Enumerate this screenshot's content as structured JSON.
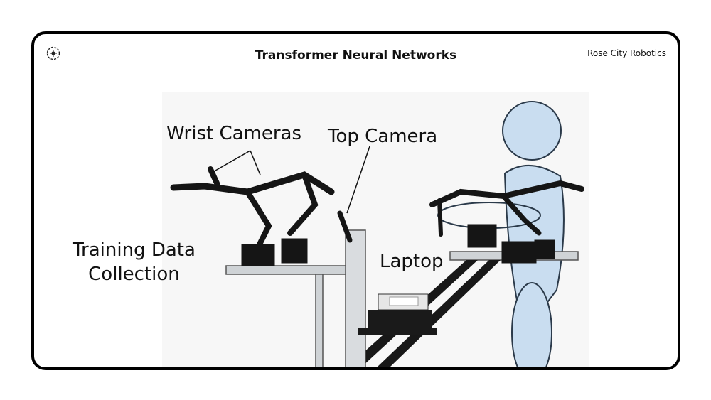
{
  "header": {
    "logo_icon": "atom-gear-icon",
    "title": "Transformer Neural Networks",
    "brand": "Rose City Robotics"
  },
  "labels": {
    "wrist_cameras": "Wrist Cameras",
    "top_camera": "Top Camera",
    "training_line1": "Training Data",
    "training_line2": "Collection",
    "laptop": "Laptop"
  },
  "colors": {
    "frame": "#000000",
    "person_fill": "#c9ddf0",
    "person_stroke": "#2b3a4a",
    "robot": "#151515",
    "rail": "#cfd3d6"
  }
}
